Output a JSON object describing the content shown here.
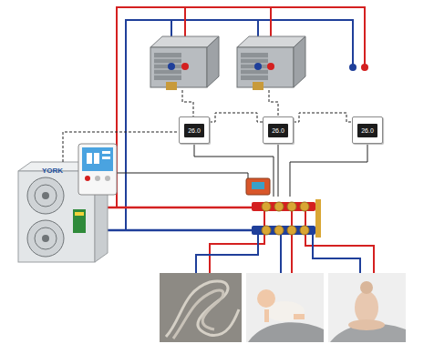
{
  "diagram": {
    "nodes": [
      {
        "text": [
          "YORK"
        ]
      },
      {
        "text": [
          "26.0"
        ]
      },
      {
        "text": [
          "26.0"
        ]
      },
      {
        "text": [
          "26.0"
        ]
      }
    ],
    "edges": [
      {
        "from": 0,
        "to": 1,
        "arrow": "none"
      },
      {
        "from": 1,
        "to": 2,
        "arrow": "none"
      },
      {
        "from": 2,
        "to": 3,
        "arrow": "none"
      }
    ]
  }
}
